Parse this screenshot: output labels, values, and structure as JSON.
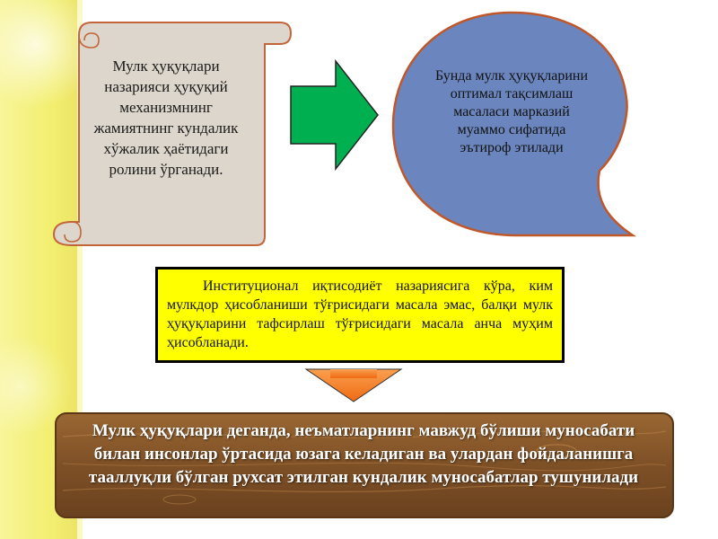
{
  "scroll_box": {
    "text": "Мулк ҳуқуқлари назарияси ҳуқуқий механизмнинг жамиятнинг кундалик хўжалик ҳаётидаги ролини ўрганади."
  },
  "speech_bubble": {
    "text": "Бунда мулк ҳуқуқларини оптимал тақсимлаш масаласи марказий муаммо сифатида эътироф этилади"
  },
  "quote_box": {
    "text": "Институционал иқтисодиёт назариясига кўра, ким мулкдор ҳисобланиши тўғрисидаги масала эмас, балқи мулк ҳуқуқларини тафсирлаш тўғрисидаги масала анча муҳим ҳисобланади."
  },
  "wood_banner": {
    "text": "Мулк ҳуқуқлари деганда, неъматларнинг мавжуд бўлиши муносабати билан инсонлар ўртасида юзага келадиган ва улардан фойдаланишга тааллуқли бўлган рухсат этилган кундалик муносабатлар тушунилади"
  },
  "colors": {
    "left_stripe": "#f4f07a",
    "scroll_fill": "#dcd6cc",
    "scroll_border": "#c2663a",
    "green_arrow": "#00b050",
    "bubble_fill": "#6b86be",
    "bubble_border": "#c0572a",
    "quote_fill": "#ffff00",
    "orange_arrow": "#f47a24",
    "wood": "#8a5a2a"
  }
}
